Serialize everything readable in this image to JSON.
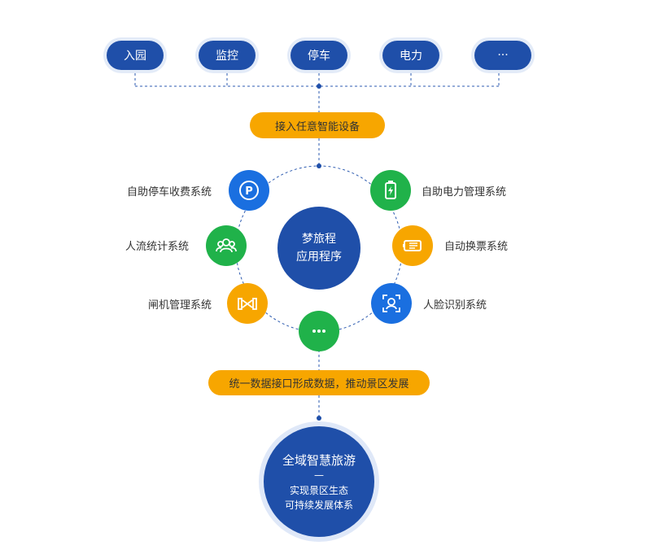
{
  "top_items": [
    "入园",
    "监控",
    "停车",
    "电力",
    "···"
  ],
  "banner_top": "接入任意智能设备",
  "center": {
    "line1": "梦旅程",
    "line2": "应用程序"
  },
  "nodes": {
    "parking": {
      "label": "自助停车收费系统",
      "color": "#1a6fe0",
      "icon": "parking-p-icon"
    },
    "power": {
      "label": "自助电力管理系统",
      "color": "#20b24a",
      "icon": "battery-charging-icon"
    },
    "people": {
      "label": "人流统计系统",
      "color": "#20b24a",
      "icon": "people-group-icon"
    },
    "ticket": {
      "label": "自动换票系统",
      "color": "#f7a600",
      "icon": "ticket-icon"
    },
    "gate": {
      "label": "闸机管理系统",
      "color": "#f7a600",
      "icon": "gate-icon"
    },
    "face": {
      "label": "人脸识别系统",
      "color": "#1a6fe0",
      "icon": "face-scan-icon"
    },
    "more": {
      "label": "",
      "color": "#20b24a",
      "icon": "more-dots-icon"
    }
  },
  "banner_bottom": "统一数据接口形成数据，推动景区发展",
  "goal": {
    "title": "全域智慧旅游",
    "dash": "—",
    "line1": "实现景区生态",
    "line2": "可持续发展体系"
  },
  "colors": {
    "blue_dark": "#1f4fa9",
    "orange": "#f7a600",
    "green": "#20b24a",
    "blue": "#1a6fe0"
  }
}
